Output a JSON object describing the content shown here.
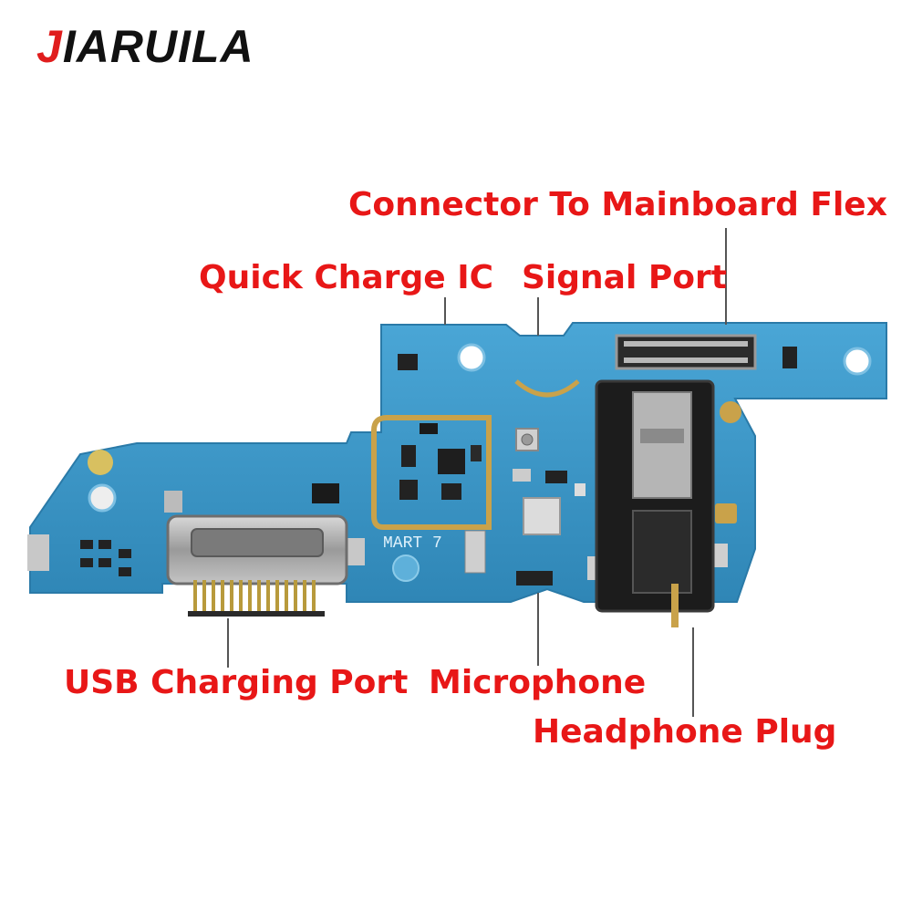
{
  "brand": {
    "first_letter": "J",
    "rest": "IARUILA"
  },
  "board_print": "MART 7",
  "labels": {
    "connector": "Connector To Mainboard Flex",
    "quick_charge": "Quick Charge IC",
    "signal_port": "Signal Port",
    "usb_port": "USB Charging Port",
    "microphone": "Microphone",
    "headphone": "Headphone Plug"
  },
  "colors": {
    "brand_red": "#e01d1d",
    "label_red": "#e81717",
    "pcb_blue": "#3d97c9",
    "gold": "#c9a24a"
  }
}
